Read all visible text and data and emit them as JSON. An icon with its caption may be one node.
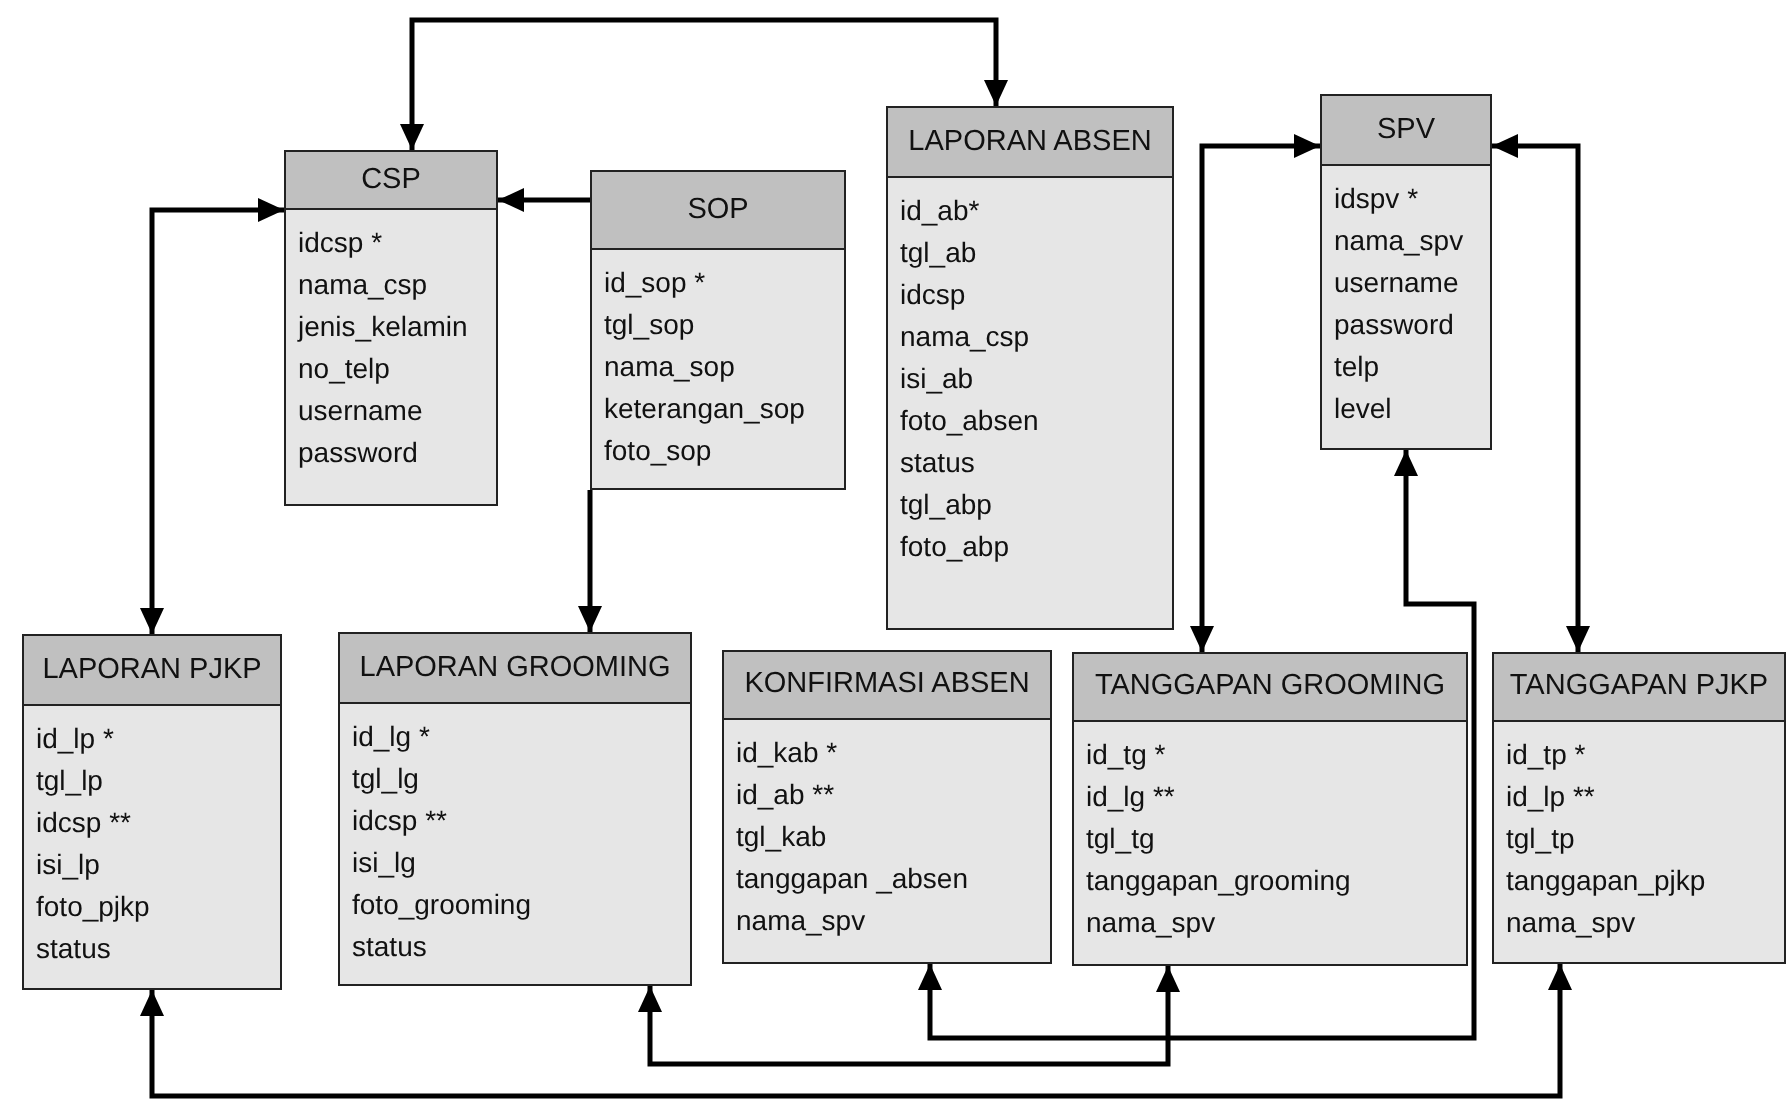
{
  "diagram": {
    "nodes": [
      {
        "text": [
          "CSP",
          "idcsp *",
          "nama_csp",
          "jenis_kelamin",
          "no_telp",
          "username",
          "password"
        ]
      },
      {
        "text": [
          "SOP",
          "id_sop *",
          "tgl_sop",
          "nama_sop",
          "keterangan_sop",
          "foto_sop"
        ]
      },
      {
        "text": [
          "LAPORAN ABSEN",
          "id_ab*",
          "tgl_ab",
          "idcsp",
          "nama_csp",
          "isi_ab",
          "foto_absen",
          "status",
          "tgl_abp",
          "foto_abp"
        ]
      },
      {
        "text": [
          "SPV",
          "idspv *",
          "nama_spv",
          "username",
          "password",
          "telp",
          "level"
        ]
      },
      {
        "text": [
          "LAPORAN PJKP",
          "id_lp *",
          "tgl_lp",
          "idcsp **",
          "isi_lp",
          "foto_pjkp",
          "status"
        ]
      },
      {
        "text": [
          "LAPORAN GROOMING",
          "id_lg *",
          "tgl_lg",
          "idcsp **",
          "isi_lg",
          "foto_grooming",
          "status"
        ]
      },
      {
        "text": [
          "KONFIRMASI ABSEN",
          "id_kab *",
          "id_ab **",
          "tgl_kab",
          "tanggapan _absen",
          "nama_spv"
        ]
      },
      {
        "text": [
          "TANGGAPAN GROOMING",
          "id_tg *",
          "id_lg **",
          "tgl_tg",
          "tanggapan_grooming",
          "nama_spv"
        ]
      },
      {
        "text": [
          "TANGGAPAN PJKP",
          "id_tp *",
          "id_lp **",
          "tgl_tp",
          "tanggapan_pjkp",
          "nama_spv"
        ]
      }
    ],
    "edges": [
      {
        "from": 0,
        "to": 2,
        "arrow": "both"
      },
      {
        "from": 1,
        "to": 0,
        "arrow": "to"
      },
      {
        "from": 1,
        "to": 5,
        "arrow": "to"
      },
      {
        "from": 0,
        "to": 4,
        "arrow": "both"
      },
      {
        "from": 8,
        "to": 4,
        "arrow": "both"
      },
      {
        "from": 3,
        "to": 7,
        "arrow": "both"
      },
      {
        "from": 3,
        "to": 8,
        "arrow": "both"
      },
      {
        "from": 3,
        "to": 6,
        "arrow": "both"
      },
      {
        "from": 5,
        "to": 7,
        "arrow": "both"
      }
    ]
  }
}
